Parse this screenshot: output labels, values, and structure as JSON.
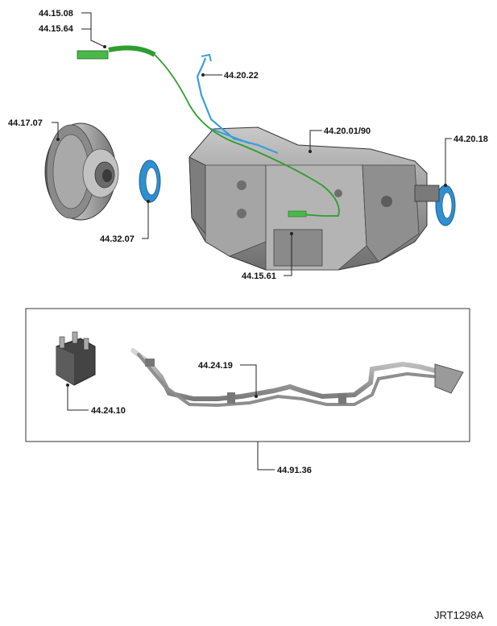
{
  "labels": {
    "p_44_15_08": "44.15.08",
    "p_44_15_64": "44.15.64",
    "p_44_20_22": "44.20.22",
    "p_44_17_07": "44.17.07",
    "p_44_20_01_90": "44.20.01/90",
    "p_44_20_18": "44.20.18",
    "p_44_32_07": "44.32.07",
    "p_44_15_61": "44.15.61",
    "p_44_24_19": "44.24.19",
    "p_44_24_10": "44.24.10",
    "p_44_91_36": "44.91.36"
  },
  "diagram_code": "JRT1298A",
  "colors": {
    "harness_green": "#2e9e2e",
    "harness_blue": "#3a9fd8",
    "seal_blue": "#2f8fd0",
    "casting_grey": "#9a9a9a",
    "casting_dark": "#555555",
    "tube_grey": "#a8a8a8"
  }
}
